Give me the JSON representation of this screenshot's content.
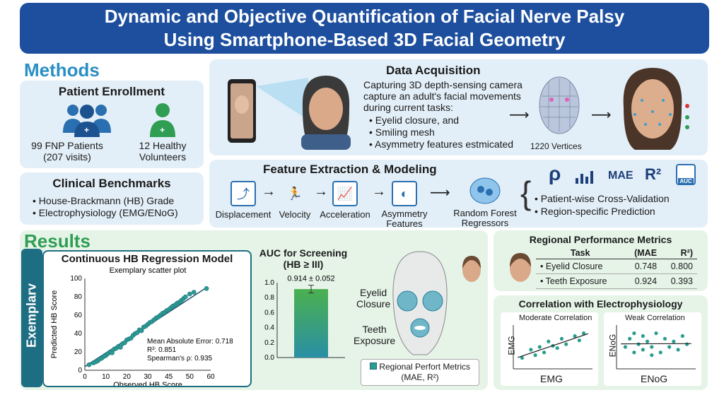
{
  "header": {
    "line1": "Dynamic and Objective Quantification of Facial Nerve Palsy",
    "line2": "Using Smartphone-Based 3D Facial Geometry"
  },
  "methods": {
    "heading": "Methods",
    "enrollment": {
      "title": "Patient Enrollment",
      "patients_line1": "99 FNP Patients",
      "patients_line2": "(207 visits)",
      "healthy_line1": "12 Healthy",
      "healthy_line2": "Volunteers"
    },
    "benchmarks": {
      "title": "Clinical Benchmarks",
      "items": [
        "House-Brackmann (HB) Grade",
        "Electrophysiology (EMG/ENoG)"
      ]
    },
    "acquisition": {
      "title": "Data Acquisition",
      "desc1": "Capturing 3D depth-sensing camera",
      "desc2": "capture an adult's facial movements",
      "desc3": "during current tasks:",
      "items": [
        "Eyelid closure, and",
        "Smiling mesh",
        "Asymmetry features estmicated"
      ],
      "vertices": "1220 Vertices"
    },
    "features": {
      "title": "Feature Extraction & Modeling",
      "steps": [
        "Displacement",
        "Velocity",
        "Acceleration",
        "Asymmetry",
        "Features"
      ],
      "rf_line1": "Random Forest",
      "rf_line2": "Regressors",
      "metrics": [
        "ρ",
        "MAE",
        "R²",
        "AUC"
      ],
      "items": [
        "Patient-wise Cross-Validation",
        "Region-specific Prediction"
      ]
    }
  },
  "results": {
    "heading": "Results",
    "side_label": "Exemplarv",
    "regression": {
      "title": "Continuous HB Regression Model",
      "subtitle": "Exemplary scatter plot",
      "stat1": "Mean Absolute Error: 0.718",
      "stat2": "R²: 0.851",
      "stat3": "Spearman's ρ: 0.935"
    },
    "auc": {
      "title1": "AUC for Screening",
      "title2": "(HB ≥ III)",
      "value_label": "0.914 ± 0.052"
    },
    "face": {
      "eyelid1": "Eyelid",
      "eyelid2": "Closure",
      "teeth1": "Teeth",
      "teeth2": "Exposure",
      "legend1": "Regional Perfort Metrics",
      "legend2": "(MAE, R²)"
    },
    "regional": {
      "title": "Regional Performance Metrics",
      "headers": [
        "Task",
        "(MAE",
        "R²)"
      ],
      "rows": [
        [
          "• Eyelid Closure",
          "0.748",
          "0.800"
        ],
        [
          "• Teeth Exposure",
          "0.924",
          "0.393"
        ]
      ]
    },
    "correlation": {
      "title": "Correlation with Electrophysiology",
      "left_title": "Moderate Correlation",
      "right_title": "Weak Correlation",
      "left_ylabel": "EMG",
      "left_xlabel": "EMG",
      "right_ylabel": "ENoG",
      "right_xlabel": "ENoG"
    }
  },
  "chart_data": [
    {
      "type": "scatter",
      "title": "Continuous HB Regression Model",
      "subtitle": "Exemplary scatter plot",
      "xlabel": "Observed HB Score",
      "ylabel": "Predicted HB Score",
      "xlim": [
        0,
        60
      ],
      "ylim": [
        0,
        100
      ],
      "xticks": [
        0,
        10,
        20,
        30,
        40,
        50,
        60
      ],
      "xtick_labels": [
        "0",
        "10",
        "20",
        "30",
        "45",
        "50",
        "60"
      ],
      "yticks": [
        0,
        20,
        40,
        60,
        80,
        100
      ],
      "x": [
        2,
        4,
        5,
        6,
        7,
        8,
        9,
        10,
        11,
        12,
        13,
        14,
        15,
        16,
        17,
        18,
        19,
        20,
        21,
        22,
        23,
        24,
        25,
        26,
        27,
        28,
        29,
        30,
        31,
        32,
        33,
        34,
        35,
        36,
        37,
        38,
        39,
        40,
        41,
        42,
        43,
        44,
        45,
        46,
        47,
        48,
        50,
        52,
        58
      ],
      "y": [
        6,
        8,
        9,
        10,
        12,
        13,
        15,
        16,
        18,
        20,
        19,
        23,
        24,
        26,
        25,
        29,
        30,
        33,
        34,
        35,
        38,
        40,
        41,
        44,
        43,
        47,
        48,
        50,
        52,
        53,
        55,
        57,
        58,
        60,
        62,
        63,
        65,
        66,
        68,
        70,
        71,
        73,
        74,
        76,
        78,
        80,
        83,
        85,
        89
      ]
    },
    {
      "type": "bar",
      "title": "AUC for Screening (HB ≥ III)",
      "categories": [
        ""
      ],
      "values": [
        0.914
      ],
      "error": [
        0.052
      ],
      "ylim": [
        0,
        1.0
      ],
      "yticks": [
        0,
        0.2,
        0.4,
        0.6,
        0.8,
        1.0
      ]
    },
    {
      "type": "scatter",
      "title": "Moderate Correlation",
      "xlabel": "EMG",
      "ylabel": "EMG",
      "x": [
        1,
        2,
        2.5,
        3,
        3.5,
        4,
        4.5,
        5,
        5.5,
        6,
        7,
        7.5,
        8
      ],
      "y": [
        2,
        3.5,
        2.5,
        4,
        3,
        5,
        4.2,
        3.8,
        5.5,
        4.5,
        6,
        5.2,
        6.5
      ],
      "trendline": true
    },
    {
      "type": "scatter",
      "title": "Weak Correlation",
      "xlabel": "ENoG",
      "ylabel": "ENoG",
      "x": [
        1,
        1.5,
        2,
        2.5,
        3,
        3,
        3.5,
        4,
        4.5,
        5,
        5.5,
        6,
        6.5,
        7,
        7.5,
        8,
        2,
        4
      ],
      "y": [
        4,
        5.5,
        3,
        4.5,
        6,
        3.5,
        5,
        4,
        6.5,
        3,
        5.5,
        4,
        5,
        3.5,
        6,
        4.5,
        6.5,
        2.5
      ],
      "trendline": true
    }
  ]
}
